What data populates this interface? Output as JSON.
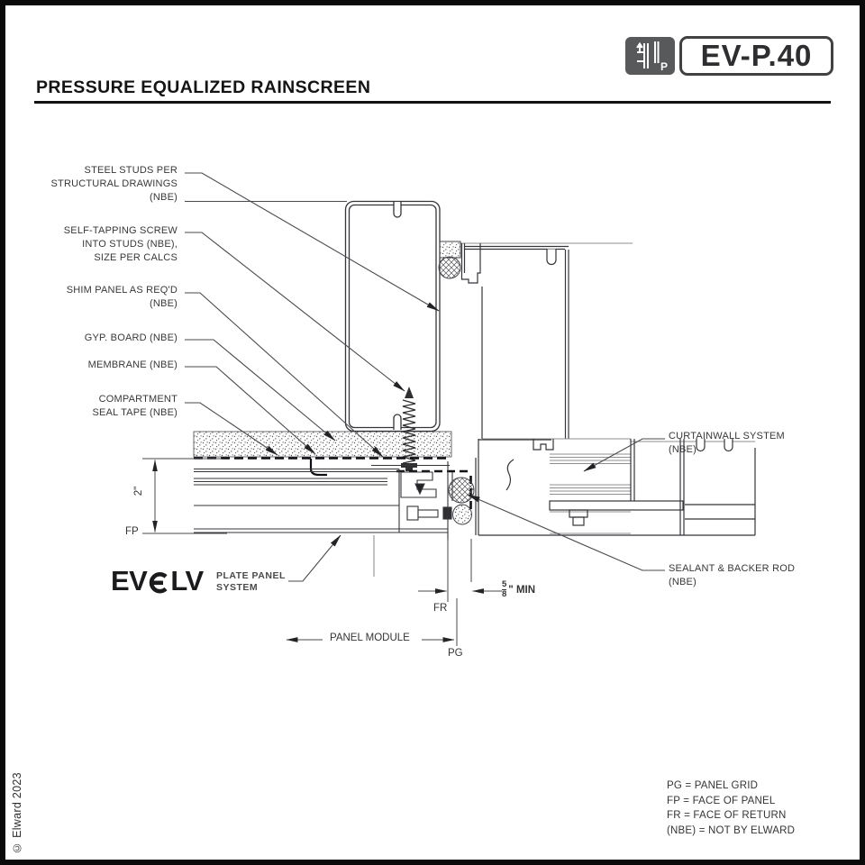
{
  "header": {
    "title": "PRESSURE EQUALIZED RAINSCREEN",
    "detail_code": "EV-P.40"
  },
  "labels": {
    "steel_studs": {
      "lines": [
        "STEEL STUDS PER",
        "STRUCTURAL DRAWINGS",
        "(NBE)"
      ]
    },
    "self_tapping": {
      "lines": [
        "SELF-TAPPING SCREW",
        "INTO STUDS (NBE),",
        "SIZE PER CALCS"
      ]
    },
    "shim": {
      "lines": [
        "SHIM PANEL AS REQ'D",
        "(NBE)"
      ]
    },
    "gyp": {
      "lines": [
        "GYP. BOARD (NBE)"
      ]
    },
    "membrane": {
      "lines": [
        "MEMBRANE (NBE)"
      ]
    },
    "compartment": {
      "lines": [
        "COMPARTMENT",
        "SEAL TAPE (NBE)"
      ]
    },
    "curtainwall": {
      "lines": [
        "CURTAINWALL SYSTEM",
        "(NBE)"
      ]
    },
    "sealant": {
      "lines": [
        "SEALANT & BACKER ROD",
        "(NBE)"
      ]
    }
  },
  "dimensions": {
    "panel_depth": "2\"",
    "joint_min_numerator": "5",
    "joint_min_denominator": "8",
    "joint_min_suffix": "\" MIN",
    "fp": "FP",
    "fr": "FR",
    "pg": "PG",
    "panel_module": "PANEL MODULE"
  },
  "logo": {
    "prefix": "EV",
    "suffix": "LV",
    "tagline_line1": "PLATE PANEL",
    "tagline_line2": "SYSTEM"
  },
  "legend": {
    "items": [
      "PG = PANEL GRID",
      "FP = FACE OF PANEL",
      "FR = FACE OF RETURN",
      "(NBE) = NOT BY ELWARD"
    ]
  },
  "footer": {
    "copyright": "© Elward 2023"
  },
  "colors": {
    "line_dark": "#35353a",
    "line_gray": "#8f8f92",
    "badge_bg": "#58595b",
    "label_text": "#38383a"
  }
}
